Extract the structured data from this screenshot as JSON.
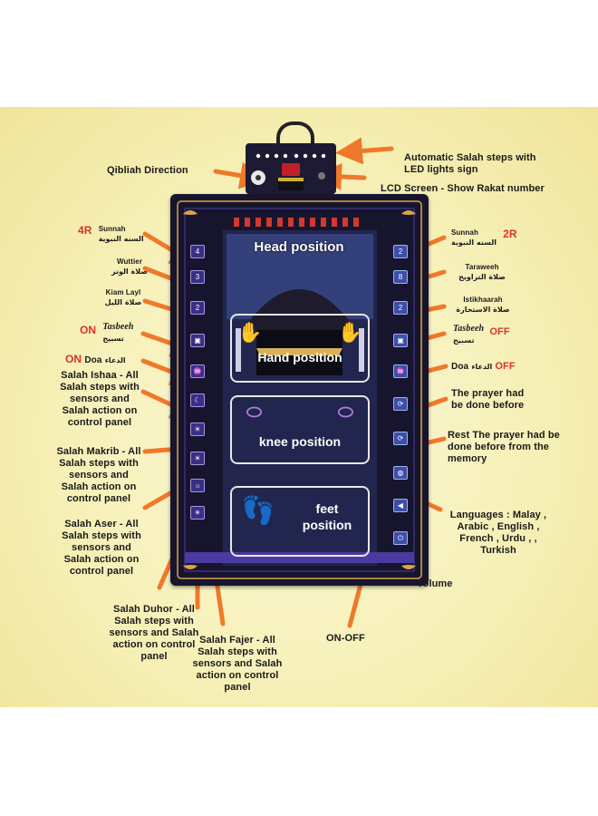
{
  "mat_labels": {
    "head_position": "Head position",
    "hand_position": "Hand position",
    "knee_position": "knee position",
    "feet_position": "feet position"
  },
  "left_labels": {
    "qiblah": "Qibliah Direction",
    "sunnah_prefix": "4R",
    "sunnah": "Sunnah",
    "sunnah_ar": "السنه النبوية",
    "wuttier": "Wuttier",
    "wuttier_ar": "صلاة الوتر",
    "kiam_layl": "Kiam Layl",
    "kiam_layl_ar": "صلاة الليل",
    "tasbeeh_prefix": "ON",
    "tasbeeh": "Tasbeeh",
    "tasbeeh_ar": "تسبيح",
    "doa_prefix": "ON",
    "doa": "Doa",
    "doa_ar": "الدعاء",
    "ishaa": "Salah Ishaa - All Salah steps with sensors and Salah action on control panel",
    "makrib": "Salah Makrib - All Salah steps with sensors and Salah action on control panel",
    "aser": "Salah Aser - All Salah steps with sensors and Salah action on control panel"
  },
  "right_labels": {
    "auto_salah": "Automatic Salah steps with LED lights sign",
    "lcd": "LCD Screen - Show Rakat number",
    "sunnah": "Sunnah",
    "sunnah_ar": "السنه النبوية",
    "sunnah_suffix": "2R",
    "taraweeh": "Taraweeh",
    "taraweeh_ar": "صلاة التراويح",
    "istikhaarah": "Istikhaarah",
    "istikhaarah_ar": "صلاة الاستخارة",
    "tasbeeh": "Tasbeeh",
    "tasbeeh_ar": "تسبيح",
    "tasbeeh_suffix": "OFF",
    "doa": "Doa",
    "doa_ar": "الدعاء",
    "doa_suffix": "OFF",
    "prayer_before": "The prayer had be done before",
    "rest_prayer": "Rest The prayer had be done before from the memory",
    "languages": "Languages : Malay , Arabic , English , French , Urdu , , Turkish",
    "volume": "Volume"
  },
  "bottom_labels": {
    "duhor": "Salah Duhor - All Salah steps with sensors and Salah action on control panel",
    "fajer": "Salah Fajer - All Salah steps with sensors and Salah action on control panel",
    "on_off": "ON-OFF"
  },
  "colors": {
    "arrow": "#f0782a",
    "mat": "#17152e",
    "accent_red": "#d9322a",
    "background": "#f6efb4"
  },
  "icons": {
    "left_panel": [
      "number-icon",
      "number-icon",
      "number-icon",
      "cube-icon",
      "hands-icon",
      "hands-icon",
      "crescent-icon",
      "sun-icon",
      "sunrise-icon",
      "sun-icon",
      "sunrise-icon"
    ],
    "right_panel": [
      "number-icon",
      "number-icon",
      "number-icon",
      "cube-icon",
      "hands-icon",
      "refresh-icon",
      "refresh-icon",
      "globe-icon",
      "speaker-icon",
      "power-icon"
    ]
  }
}
